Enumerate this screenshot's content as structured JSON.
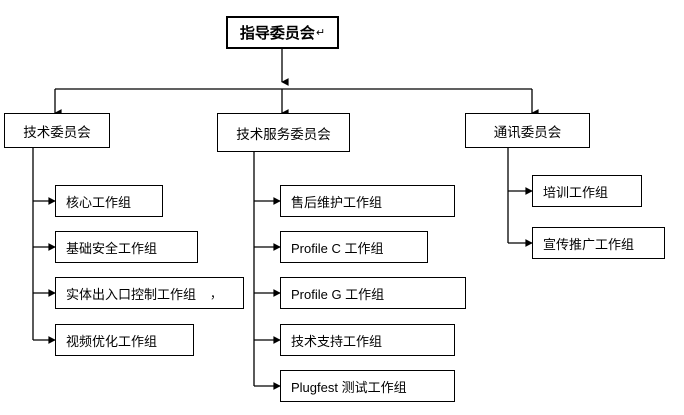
{
  "diagram": {
    "type": "organizational-chart",
    "title_node": {
      "label": "指导委员会",
      "mark": "↵"
    },
    "level2": [
      {
        "id": "tech",
        "label": "技术委员会"
      },
      {
        "id": "tech-service",
        "label": "技术服务委员会"
      },
      {
        "id": "comm",
        "label": "通讯委员会"
      }
    ],
    "branches": {
      "tech": [
        {
          "label": "核心工作组",
          "mark": ""
        },
        {
          "label": "基础安全工作组",
          "mark": ""
        },
        {
          "label": "实体出入口控制工作组",
          "mark": "，"
        },
        {
          "label": "视频优化工作组",
          "mark": ""
        }
      ],
      "tech-service": [
        {
          "label": "售后维护工作组",
          "mark": ""
        },
        {
          "label": "Profile C 工作组",
          "mark": ""
        },
        {
          "label": "Profile G 工作组",
          "mark": ""
        },
        {
          "label": "技术支持工作组",
          "mark": ""
        },
        {
          "label": "Plugfest 测试工作组",
          "mark": ""
        }
      ],
      "comm": [
        {
          "label": "培训工作组",
          "mark": ""
        },
        {
          "label": "宣传推广工作组",
          "mark": ""
        }
      ]
    },
    "colors": {
      "background": "#ffffff",
      "line": "#000000",
      "text": "#000000",
      "box_fill": "#ffffff"
    }
  }
}
